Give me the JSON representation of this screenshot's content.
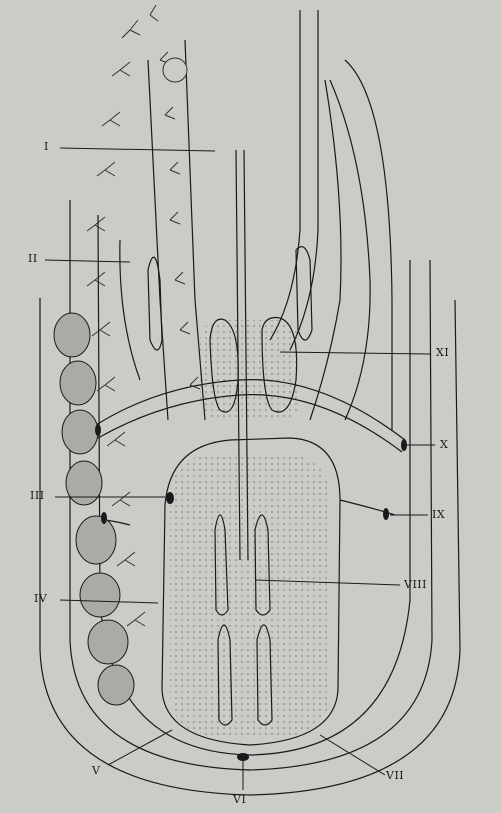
{
  "labels": {
    "I": "I",
    "II": "II",
    "III": "III",
    "IV": "IV",
    "V": "V",
    "VI": "VI",
    "VII": "VII",
    "VIII": "VIII",
    "IX": "IX",
    "X": "X",
    "XI": "XI"
  },
  "colors": {
    "background": "#c9ccc7",
    "ink": "#1a1a1a",
    "shaded": "#a9aca6"
  }
}
